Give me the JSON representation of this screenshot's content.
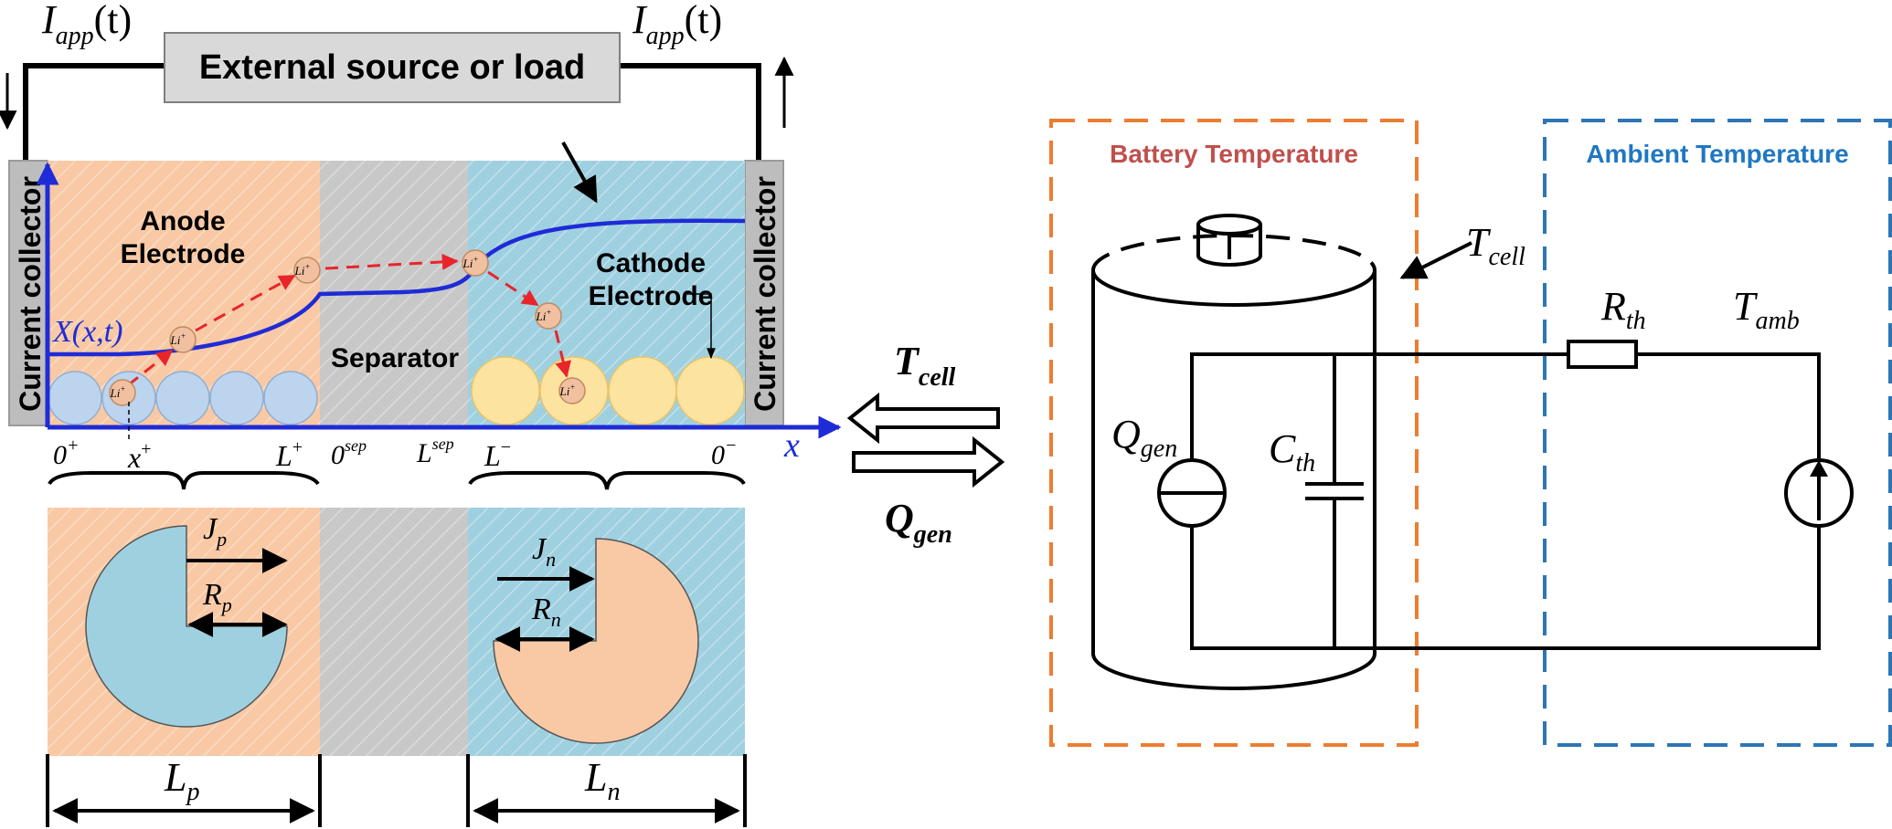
{
  "labels": {
    "iapp_left": "I",
    "iapp_left_sub": "app",
    "iapp_left_tail": "(t)",
    "iapp_right": "I",
    "iapp_right_sub": "app",
    "iapp_right_tail": "(t)",
    "external": "External source or load",
    "cc_left": "Current collector",
    "cc_right": "Current collector",
    "anode_1": "Anode",
    "anode_2": "Electrode",
    "cathode_1": "Cathode",
    "cathode_2": "Electrode",
    "separator": "Separator",
    "xfunc": "X(x,t)",
    "li": "Li",
    "li_sup": "+",
    "x_axis": "x",
    "tick_0plus": "0",
    "tick_0plus_sup": "+",
    "tick_xplus": "x",
    "tick_xplus_sup": "+",
    "tick_Lplus": "L",
    "tick_Lplus_sup": "+",
    "tick_0sep": "0",
    "tick_0sep_sup": "sep",
    "tick_Lsep": "L",
    "tick_Lsep_sup": "sep",
    "tick_Lminus": "L",
    "tick_Lminus_sup": "−",
    "tick_0minus": "0",
    "tick_0minus_sup": "−",
    "jp": "J",
    "jp_sub": "p",
    "rp": "R",
    "rp_sub": "p",
    "jn": "J",
    "jn_sub": "n",
    "rn": "R",
    "rn_sub": "n",
    "lp": "L",
    "lp_sub": "p",
    "ln": "L",
    "ln_sub": "n",
    "tcell_arrow": "T",
    "tcell_arrow_sub": "cell",
    "qgen_arrow": "Q",
    "qgen_arrow_sub": "gen",
    "battery_temp": "Battery Temperature",
    "ambient_temp": "Ambient Temperature",
    "tcell": "T",
    "tcell_sub": "cell",
    "qgen": "Q",
    "qgen_sub": "gen",
    "cth": "C",
    "cth_sub": "th",
    "rth": "R",
    "rth_sub": "th",
    "tamb": "T",
    "tamb_sub": "amb"
  },
  "colors": {
    "anode": "#f8c9a4",
    "cathode": "#9fd0e0",
    "separator": "#c8c8c8",
    "collector": "#bdbdbd",
    "particle_anode": "#bcd4ee",
    "particle_cathode": "#fce3a0",
    "ion": "#f1c0a0",
    "blue_line": "#1f2bd6",
    "red_arrow": "#e8252b",
    "battery_box": "#ed7d31",
    "ambient_box": "#2e75b6",
    "battery_text": "#c0504d",
    "ambient_text": "#1f77c4"
  }
}
